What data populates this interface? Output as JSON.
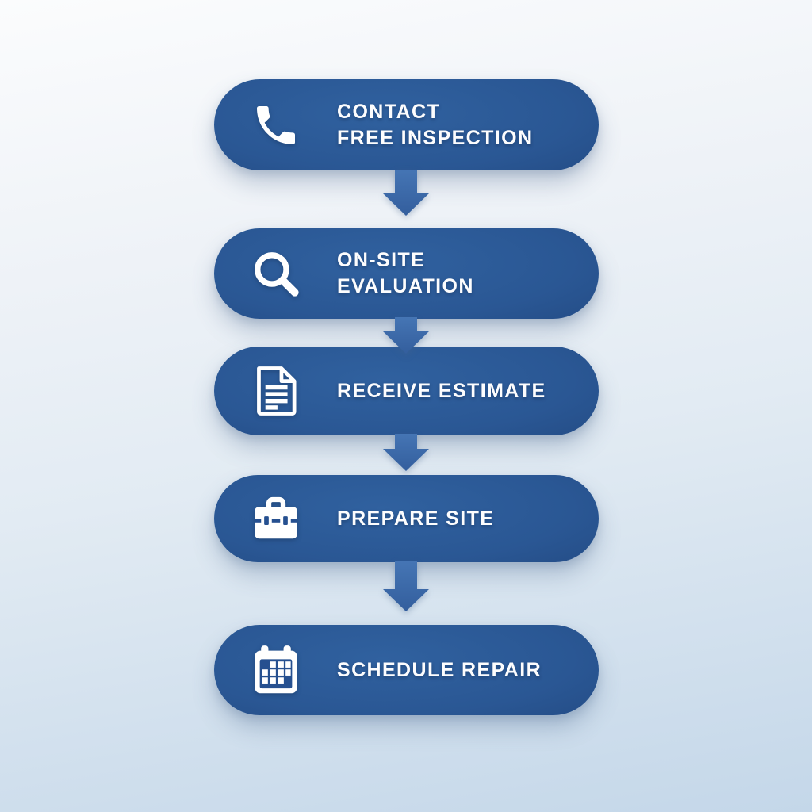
{
  "steps": [
    {
      "icon": "phone-icon",
      "line1": "CONTACT",
      "line2": "FREE INSPECTION"
    },
    {
      "icon": "search-icon",
      "line1": "ON-SITE",
      "line2": "EVALUATION"
    },
    {
      "icon": "document-icon",
      "line1": "RECEIVE ESTIMATE"
    },
    {
      "icon": "toolbox-icon",
      "line1": "PREPARE SITE"
    },
    {
      "icon": "calendar-icon",
      "line1": "SCHEDULE REPAIR"
    }
  ],
  "colors": {
    "pill_center": "#2d5a9c",
    "pill_edge": "#18386b",
    "arrow": "#3c69a8",
    "text": "#fdfdfe",
    "background_top": "#fbfcfd",
    "background_bottom": "#c4d7e9"
  }
}
